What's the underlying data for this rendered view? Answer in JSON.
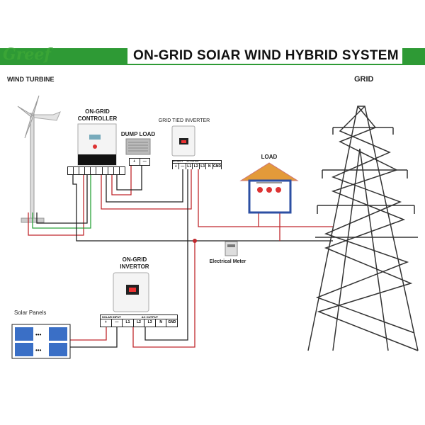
{
  "header": {
    "logo": "Greef",
    "title": "ON-GRID  SOIAR WIND HYBRID SYSTEM"
  },
  "labels": {
    "wind_turbine": "WIND TURBINE",
    "grid": "GRID",
    "controller": "ON-GRID\nCONTROLLER",
    "dump_load": "DUMP LOAD",
    "grid_tied_inverter": "GRID TIED INVERTER",
    "load": "LOAD",
    "electrical_meter": "Electrical Meter",
    "ongrid_invertor": "ON-GRID\nINVERTOR",
    "solar_panels": "Solar Panels"
  },
  "inverter_terminals": {
    "group1": "SOLAR INPUT",
    "group2": "AC OUTPUT",
    "terms": [
      "+",
      "—",
      "L1",
      "L2",
      "L3",
      "N",
      "GND"
    ]
  },
  "grid_inverter_terminals": {
    "group1": "DC INPUT",
    "group2": "AC OUTPUT",
    "terms": [
      "+",
      "—",
      "L1",
      "L2",
      "L3",
      "N",
      "GND"
    ]
  },
  "dump_terminals": {
    "terms": [
      "+",
      "—"
    ]
  },
  "colors": {
    "banner": "#2e9a35",
    "wire_red": "#c0282d",
    "wire_green": "#2aa33a",
    "wire_black": "#222222"
  }
}
